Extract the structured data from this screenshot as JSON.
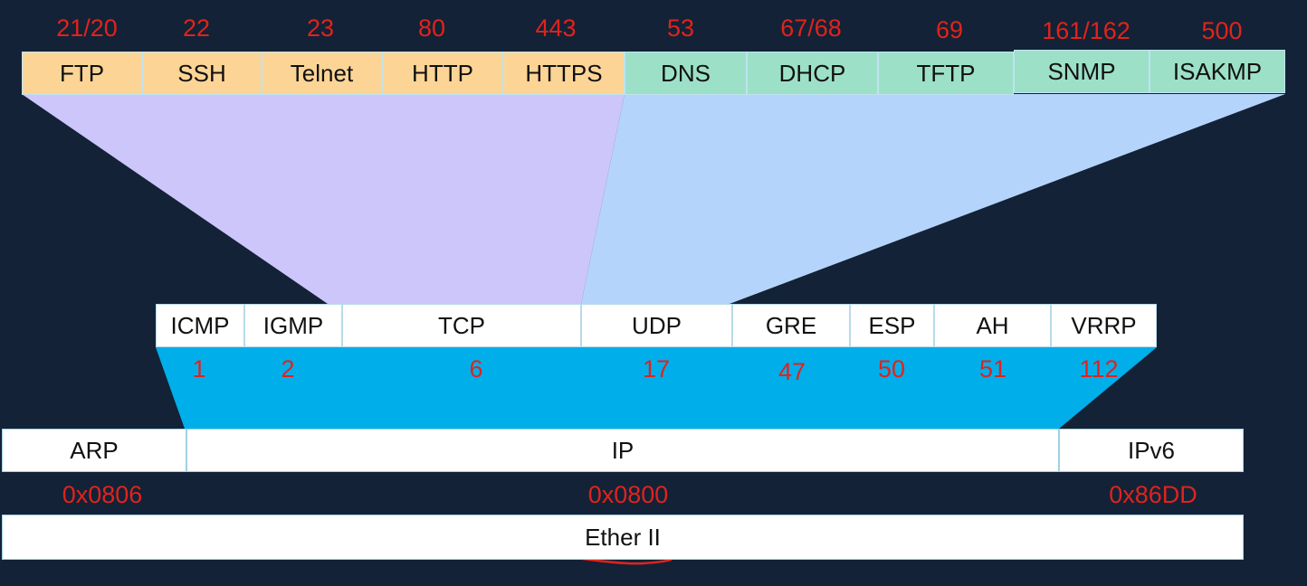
{
  "colors": {
    "background": "#132236",
    "tcp_apps": "#fcd596",
    "udp_apps": "#9ce0c8",
    "tcp_funnel": "#cdc6fa",
    "udp_funnel": "#b5d4fb",
    "ip_funnel": "#00aeea",
    "numbers": "#e0231c",
    "underline": "#e0231c"
  },
  "application_layer": {
    "protocols": [
      {
        "name": "FTP",
        "port": "21/20"
      },
      {
        "name": "SSH",
        "port": "22"
      },
      {
        "name": "Telnet",
        "port": "23"
      },
      {
        "name": "HTTP",
        "port": "80"
      },
      {
        "name": "HTTPS",
        "port": "443"
      },
      {
        "name": "DNS",
        "port": "53"
      },
      {
        "name": "DHCP",
        "port": "67/68"
      },
      {
        "name": "TFTP",
        "port": "69"
      },
      {
        "name": "SNMP",
        "port": "161/162"
      },
      {
        "name": "ISAKMP",
        "port": "500"
      }
    ]
  },
  "transport_layer": {
    "protocols": [
      {
        "name": "ICMP",
        "number": "1"
      },
      {
        "name": "IGMP",
        "number": "2"
      },
      {
        "name": "TCP",
        "number": "6"
      },
      {
        "name": "UDP",
        "number": "17"
      },
      {
        "name": "GRE",
        "number": "47"
      },
      {
        "name": "ESP",
        "number": "50"
      },
      {
        "name": "AH",
        "number": "51"
      },
      {
        "name": "VRRP",
        "number": "112"
      }
    ]
  },
  "network_layer": {
    "protocols": [
      {
        "name": "ARP",
        "ethertype": "0x0806"
      },
      {
        "name": "IP",
        "ethertype": "0x0800"
      },
      {
        "name": "IPv6",
        "ethertype": "0x86DD"
      }
    ]
  },
  "datalink_layer": {
    "name": "Ether II"
  }
}
